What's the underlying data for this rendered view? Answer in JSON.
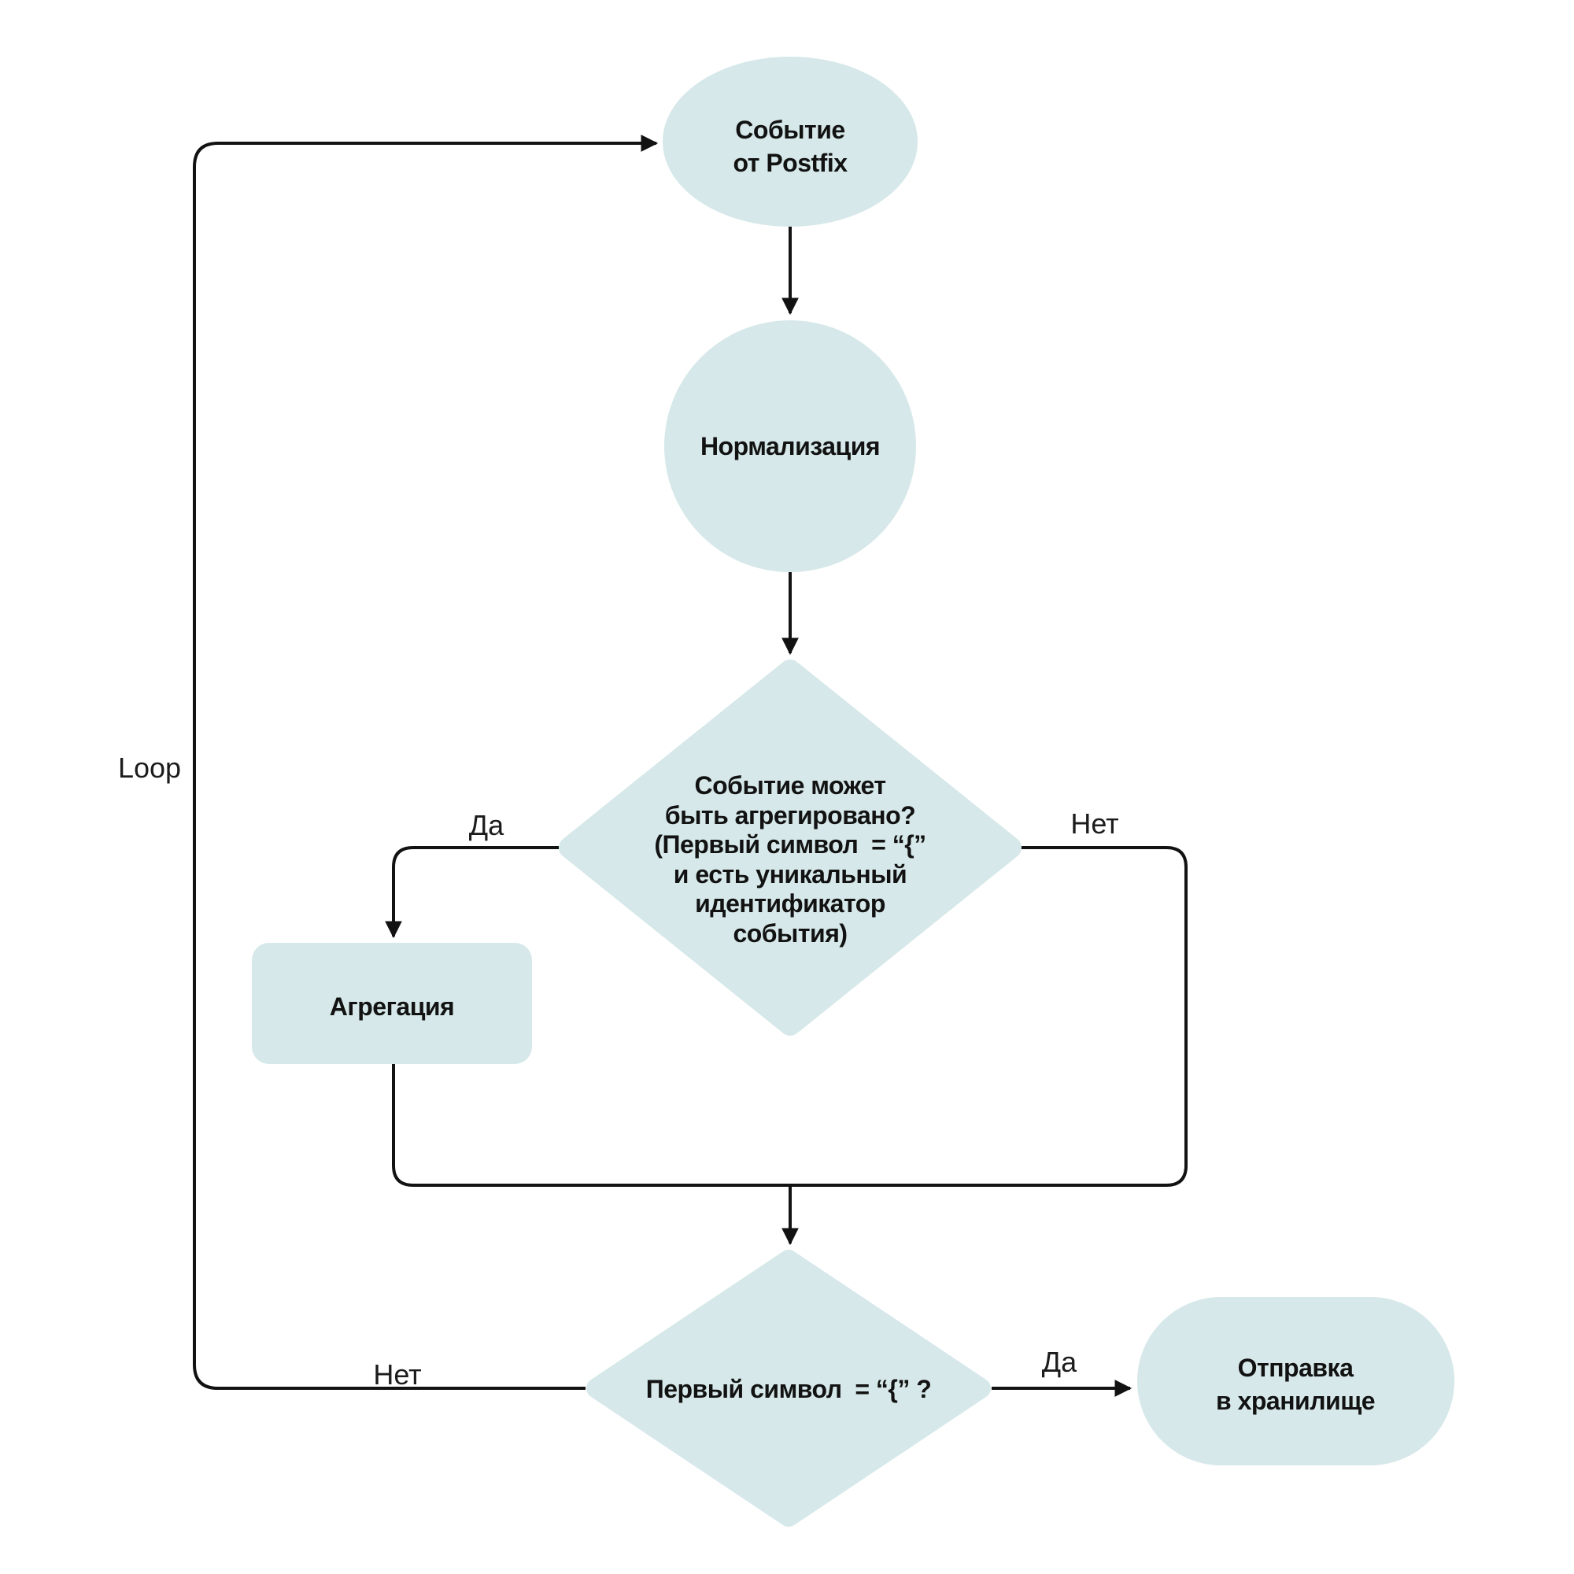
{
  "colors": {
    "background": "#ffffff",
    "node_fill": "#d6e8e9",
    "line": "#121212",
    "text": "#121212",
    "label": "#1c1c1c"
  },
  "nodes": {
    "start": {
      "lines": [
        "Событие",
        "от Postfix"
      ]
    },
    "normalization": {
      "label": "Нормализация"
    },
    "aggregation_check": {
      "lines": [
        "Событие может",
        "быть агрегировано?",
        "(Первый символ  = “{”",
        "и есть уникальный",
        "идентификатор",
        "события)"
      ]
    },
    "aggregation": {
      "label": "Агрегация"
    },
    "first_char_check": {
      "label": "Первый символ  = “{” ?"
    },
    "send_to_storage": {
      "lines": [
        "Отправка",
        "в хранилище"
      ]
    }
  },
  "edge_labels": {
    "agg_yes": "Да",
    "agg_no": "Нет",
    "first_no": "Нет",
    "first_yes": "Да",
    "loop": "Loop"
  }
}
